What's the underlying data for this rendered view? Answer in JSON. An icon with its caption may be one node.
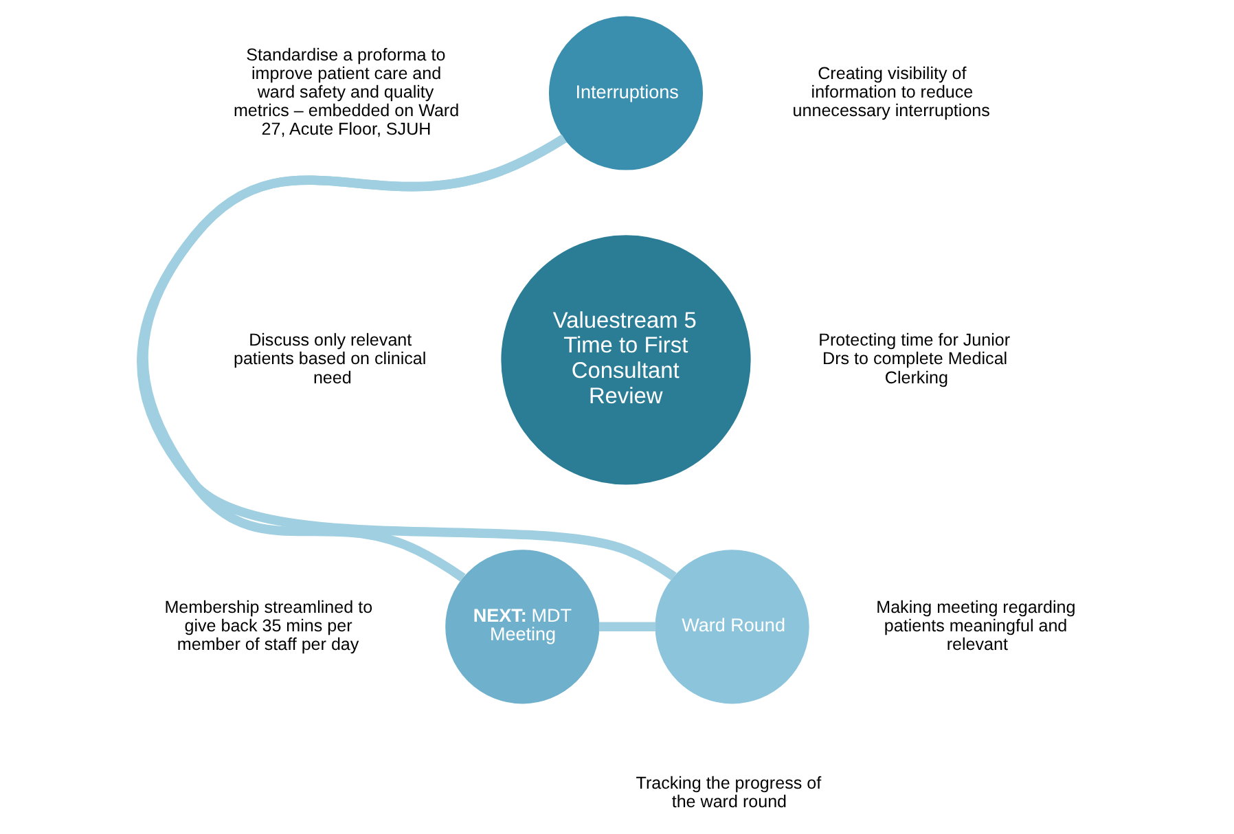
{
  "diagram": {
    "nodes": [
      {
        "text": [
          "Valuestream 5 Time to First Consultant Review"
        ]
      },
      {
        "text": [
          "Interruptions"
        ]
      },
      {
        "text": [
          "Ward Round"
        ]
      },
      {
        "text": [
          "**NEXT:** MDT Meeting"
        ]
      }
    ],
    "edges": [
      {
        "from": 1,
        "to": 2,
        "arrow": "none"
      },
      {
        "from": 2,
        "to": 3,
        "arrow": "none"
      },
      {
        "from": 3,
        "to": 1,
        "arrow": "none"
      }
    ],
    "labels": [
      "Standardise a proforma to improve patient care and ward safety and quality metrics – embedded on Ward 27, Acute Floor, SJUH",
      "Creating visibility of information to reduce unnecessary interruptions",
      "Protecting time for Junior Drs to complete Medical Clerking",
      "Discuss only relevant patients based on clinical need",
      "Making meeting regarding patients meaningful and relevant",
      "Membership streamlined to give back 35 mins per member of staff per day",
      "Tracking the progress of the ward round"
    ]
  }
}
